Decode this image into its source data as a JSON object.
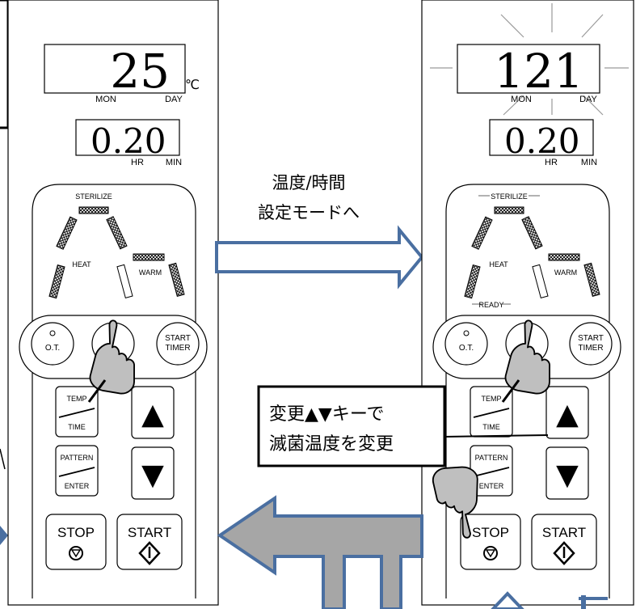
{
  "left_panel": {
    "temp_value": "25",
    "temp_unit": "℃",
    "mon_label": "MON",
    "day_label": "DAY",
    "time_value": "0.20",
    "hr_label": "HR",
    "min_label": "MIN",
    "sterilize_label": "STERILIZE",
    "heat_label": "HEAT",
    "warm_label": "WARM",
    "ot_label": "O.T.",
    "start_timer_line1": "START",
    "start_timer_line2": "TIMER",
    "temp_key_top": "TEMP",
    "temp_key_bottom": "TIME",
    "pattern_key_top": "PATTERN",
    "pattern_key_bottom": "ENTER",
    "up_key": "▲",
    "down_key": "▼",
    "stop_label": "STOP",
    "start_label": "START"
  },
  "right_panel": {
    "temp_value": "121",
    "mon_label": "MON",
    "day_label": "DAY",
    "time_value": "0.20",
    "hr_label": "HR",
    "min_label": "MIN",
    "sterilize_label": "STERILIZE",
    "heat_label": "HEAT",
    "warm_label": "WARM",
    "ready_label": "READY",
    "ot_label": "O.T.",
    "start_timer_line1": "START",
    "start_timer_line2": "TIMER",
    "temp_key_top": "TEMP",
    "temp_key_bottom": "TIME",
    "pattern_key_top": "PATTERN",
    "pattern_key_bottom": "ENTER",
    "up_key": "▲",
    "down_key": "▼",
    "stop_label": "STOP",
    "start_label": "START"
  },
  "transition_label_line1": "温度/時間",
  "transition_label_line2": "設定モードへ",
  "callout_line1": "変更▲▼キーで",
  "callout_line2": "滅菌温度を変更",
  "colors": {
    "arrow_fill": "#ffffff",
    "arrow_stroke": "#4a6fa1",
    "return_arrow_fill": "#a6a6a6",
    "hatch": "#000000"
  }
}
